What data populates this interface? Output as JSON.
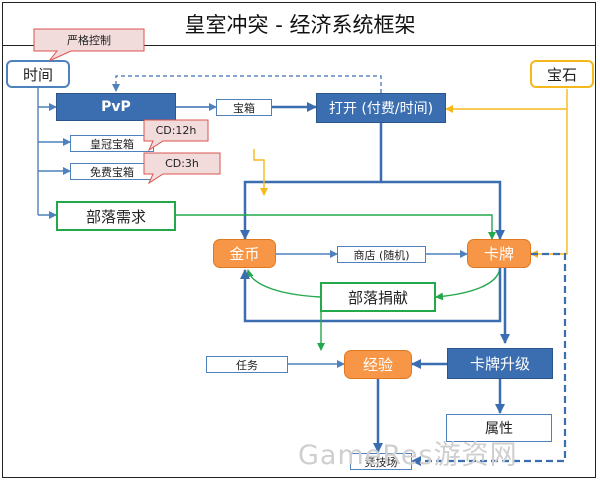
{
  "title": "皇室冲突 - 经济系统框架",
  "nodes": {
    "time": "时间",
    "gem": "宝石",
    "pvp": "PvP",
    "chest": "宝箱",
    "open": "打开 (付费/时间)",
    "crown_chest": "皇冠宝箱",
    "free_chest": "免费宝箱",
    "clan_request": "部落需求",
    "gold": "金币",
    "shop": "商店 (随机)",
    "cards": "卡牌",
    "clan_donate": "部落捐献",
    "quest": "任务",
    "exp": "经验",
    "card_upgrade": "卡牌升级",
    "attribute": "属性",
    "arena": "竞技场"
  },
  "notes": {
    "strict": "严格控制",
    "cd12": "CD:12h",
    "cd3": "CD:3h"
  },
  "watermark": "GameRes游资网",
  "colors": {
    "blue": "#4f81bd",
    "dark_blue": "#3a6eb0",
    "orange": "#f79646",
    "green": "#23a84b",
    "gold": "#f5b81c",
    "note_fill": "#f2dcdb",
    "note_border": "#d9534f"
  }
}
